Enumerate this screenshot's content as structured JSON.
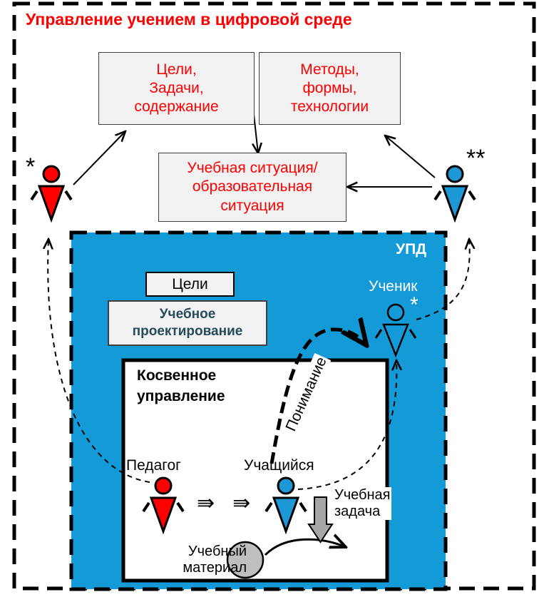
{
  "title": "Управление учением в цифровой среде",
  "colors": {
    "accent_red": "#ff0000",
    "upd_blue": "#159ad8",
    "learner_blue": "#1d97d6",
    "teacher_red": "#ff0000",
    "box_gray": "#f2f2f2",
    "dark_teal": "#254a59"
  },
  "top_boxes": {
    "goals": "Цели,\nЗадачи,\nсодержание",
    "methods": "Методы,\nформы,\nтехнологии",
    "situation": "Учебная ситуация/\nобразовательная\nситуация"
  },
  "stars": {
    "left": "*",
    "right": "**",
    "student": "*"
  },
  "upd": {
    "label": "УПД",
    "goals": "Цели",
    "design": "Учебное\nпроектирование",
    "student": "Ученик",
    "understanding": "Понимание"
  },
  "inner": {
    "title": "Косвенное\nуправление",
    "teacher": "Педагог",
    "learner": "Учащийся",
    "arrows": "⇛   ⇛",
    "task": "Учебная\nзадача",
    "material": "Учебный\nматериал"
  },
  "icons": [
    "person-red-icon",
    "person-blue-icon",
    "person-outline-icon",
    "down-arrow-icon",
    "circle-material-icon"
  ]
}
